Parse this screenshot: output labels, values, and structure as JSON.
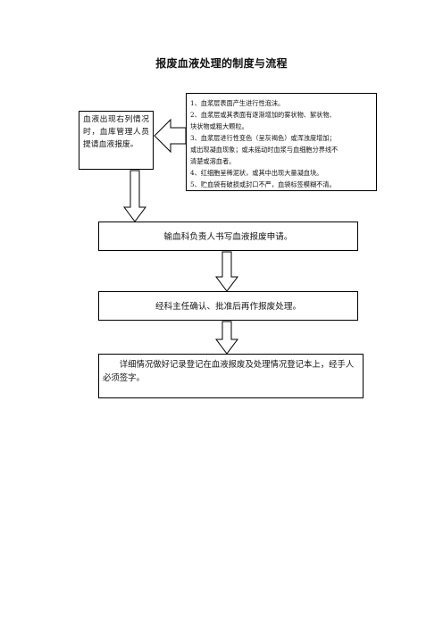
{
  "title": "报废血液处理的制度与流程",
  "steps": {
    "trigger": "血液出现右列情况时，血库管理人员提请血液报废。",
    "conditions": [
      "1、血浆层表面产生进行性泡沫。",
      "2、血浆层或其表面有逐渐增加的雾状物、絮状物、",
      "块状物或粗大颗粒。",
      "3、血浆层进行性变色（呈灰褐色）或浑浊度增加；",
      "或出现凝血现象；或未摇动时血浆与血细胞分界线不",
      "清楚或溶血者。",
      "4、红细胞呈稀泥状，或其中出现大量凝血块。",
      "5、贮血袋有破损或封口不严，血袋标签模糊不清。"
    ],
    "apply": "输血科负责人书写血液报废申请。",
    "approve": "经科主任确认、批准后再作报废处理。",
    "record": "详细情况做好记录登记在血液报废及处理情况登记本上，经手人必须签字。"
  }
}
